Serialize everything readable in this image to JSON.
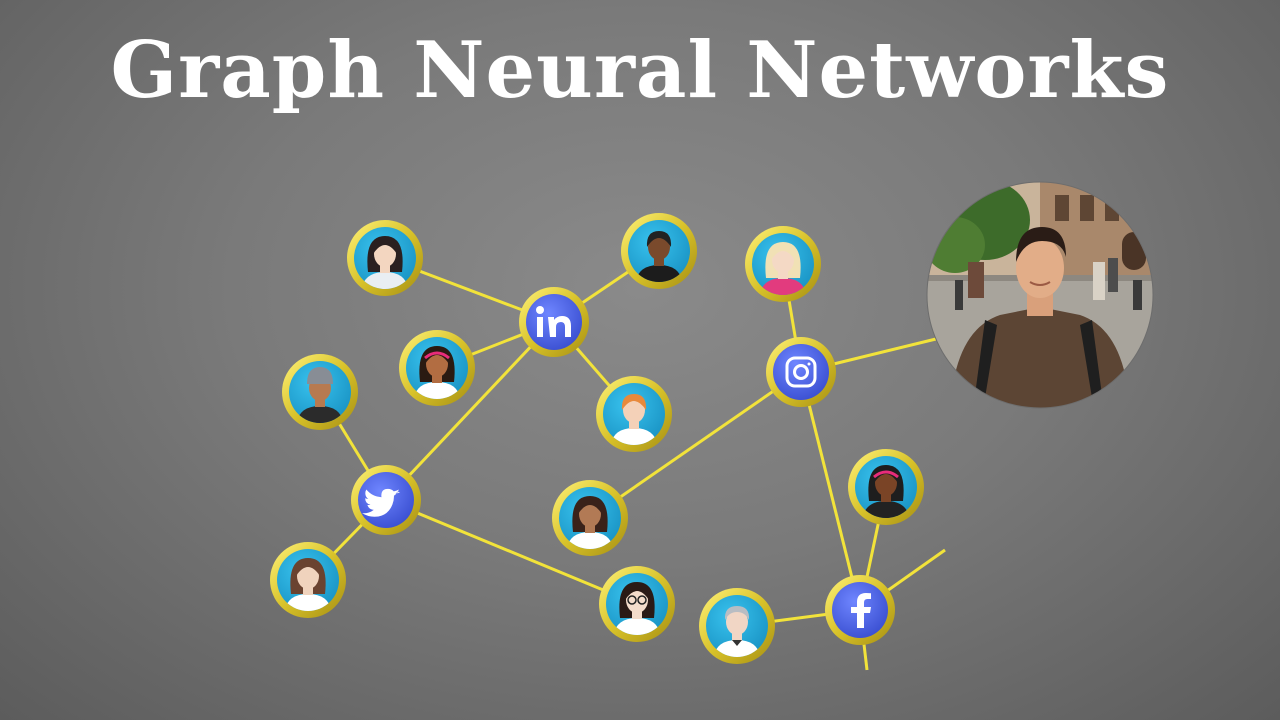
{
  "title": "Graph Neural Networks",
  "colors": {
    "edge": "#f2e33a",
    "node_ring": "#e8d53a",
    "node_fill": "#21a9d6",
    "platform_fill": "#4a63e6",
    "background": "#7b7b7b"
  },
  "diagram": {
    "platforms": [
      {
        "id": "linkedin",
        "icon": "linkedin-icon",
        "label": "in"
      },
      {
        "id": "instagram",
        "icon": "instagram-icon"
      },
      {
        "id": "twitter",
        "icon": "twitter-bird-icon"
      },
      {
        "id": "facebook",
        "icon": "facebook-icon",
        "label": "f"
      }
    ],
    "people": [
      {
        "id": "p1",
        "icon": "woman-avatar-icon",
        "hair": "#2a2020",
        "skin": "#f3d6c0",
        "shirt": "#e9eef2"
      },
      {
        "id": "p2",
        "icon": "man-avatar-icon",
        "hair": "#222222",
        "skin": "#7a4a2c",
        "shirt": "#1c1c1c"
      },
      {
        "id": "p3",
        "icon": "woman-avatar-icon",
        "hair": "#2a1a12",
        "skin": "#b26d42",
        "shirt": "#ffffff",
        "accent": "#e82c7a"
      },
      {
        "id": "p4",
        "icon": "man-avatar-icon",
        "hair": "#e8893b",
        "skin": "#f4d1b8",
        "shirt": "#ffffff"
      },
      {
        "id": "p5",
        "icon": "woman-avatar-icon",
        "hair": "#f1e1b5",
        "skin": "#f4d9c5",
        "shirt": "#e23b7e"
      },
      {
        "id": "p6",
        "icon": "person-with-hat-avatar-icon",
        "hair": "#888d95",
        "skin": "#b77a50",
        "shirt": "#2b2b2b"
      },
      {
        "id": "p7",
        "icon": "woman-avatar-icon",
        "hair": "#3a221a",
        "skin": "#b27a55",
        "shirt": "#ffffff"
      },
      {
        "id": "p8",
        "icon": "woman-avatar-icon",
        "hair": "#1e1e1e",
        "skin": "#7a4426",
        "shirt": "#222222",
        "accent": "#e82c7a"
      },
      {
        "id": "p9",
        "icon": "woman-avatar-icon",
        "hair": "#6a4330",
        "skin": "#f0d3bd",
        "shirt": "#ffffff"
      },
      {
        "id": "p10",
        "icon": "woman-with-glasses-avatar-icon",
        "hair": "#2a1a16",
        "skin": "#f4dccb",
        "shirt": "#ffffff"
      },
      {
        "id": "p11",
        "icon": "older-man-avatar-icon",
        "hair": "#b8bdc3",
        "skin": "#f1d6c5",
        "shirt": "#ffffff"
      }
    ],
    "photo": {
      "id": "presenter",
      "icon": "presenter-photo-icon"
    }
  }
}
